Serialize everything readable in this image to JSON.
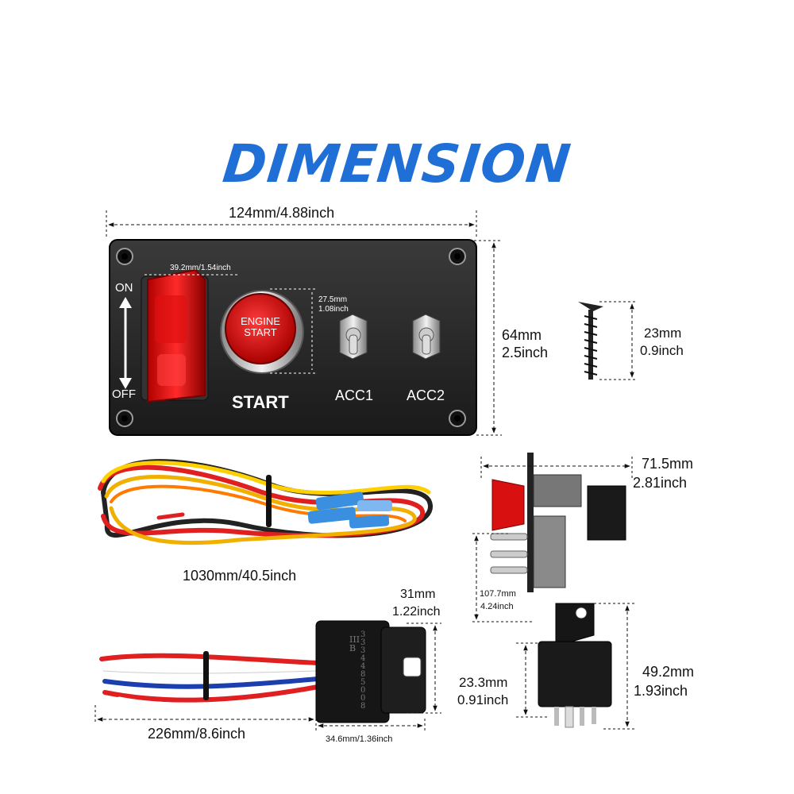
{
  "title": "DIMENSION",
  "panel": {
    "width": "124mm/4.88inch",
    "height_mm": "64mm",
    "height_in": "2.5inch",
    "cover_width": "39.2mm/1.54inch",
    "button_mm": "27.5mm",
    "button_in": "1.08inch",
    "on": "ON",
    "off": "OFF",
    "engine_line1": "ENGINE",
    "engine_line2": "START",
    "start_label": "START",
    "acc1_label": "ACC1",
    "acc2_label": "ACC2"
  },
  "screw": {
    "mm": "23mm",
    "in": "0.9inch"
  },
  "wire": {
    "length": "1030mm/40.5inch"
  },
  "side_view": {
    "depth_mm": "71.5mm",
    "depth_in": "2.81inch",
    "height_mm": "107.7mm",
    "height_in": "4.24inch"
  },
  "fuse_holder": {
    "length": "226mm/8.6inch",
    "height_mm": "31mm",
    "height_in": "1.22inch",
    "width": "34.6mm/1.36inch",
    "print_code": "3334485008",
    "print_mark": "IIIB"
  },
  "relay": {
    "body_mm": "23.3mm",
    "body_in": "0.91inch",
    "total_mm": "49.2mm",
    "total_in": "1.93inch"
  }
}
